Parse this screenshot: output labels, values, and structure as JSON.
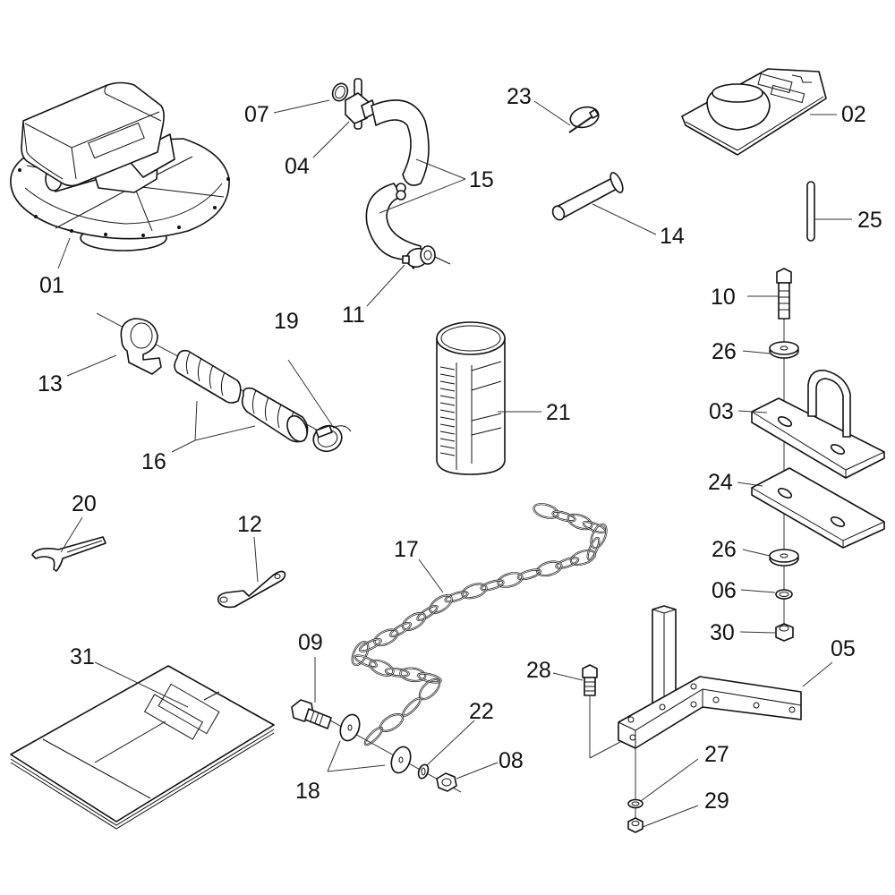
{
  "diagram": {
    "type": "exploded-parts-diagram",
    "background": "#ffffff",
    "line_color": "#111111",
    "parts": [
      {
        "id": "01",
        "label": "01",
        "description": "valve head with control unit on distribution plate"
      },
      {
        "id": "02",
        "label": "02",
        "description": "rectangular cover plate with round collar"
      },
      {
        "id": "03",
        "label": "03",
        "description": "plate with U-bolt loop"
      },
      {
        "id": "04",
        "label": "04",
        "description": "tee fitting"
      },
      {
        "id": "05",
        "label": "05",
        "description": "angle bracket stand with square post"
      },
      {
        "id": "06",
        "label": "06",
        "description": "spring washer"
      },
      {
        "id": "07",
        "label": "07",
        "description": "o-ring"
      },
      {
        "id": "08",
        "label": "08",
        "description": "hex nut"
      },
      {
        "id": "09",
        "label": "09",
        "description": "hex bolt"
      },
      {
        "id": "10",
        "label": "10",
        "description": "hex bolt"
      },
      {
        "id": "11",
        "label": "11",
        "description": "hose clamp"
      },
      {
        "id": "12",
        "label": "12",
        "description": "flat spanner plate"
      },
      {
        "id": "13",
        "label": "13",
        "description": "hose clip holder"
      },
      {
        "id": "14",
        "label": "14",
        "description": "clevis pin"
      },
      {
        "id": "15",
        "label": "15",
        "description": "bent hoses"
      },
      {
        "id": "16",
        "label": "16",
        "description": "corrugated hoses"
      },
      {
        "id": "17",
        "label": "17",
        "description": "chain"
      },
      {
        "id": "18",
        "label": "18",
        "description": "flat washers"
      },
      {
        "id": "19",
        "label": "19",
        "description": "worm drive hose clamp"
      },
      {
        "id": "20",
        "label": "20",
        "description": "hook spanner wrench"
      },
      {
        "id": "21",
        "label": "21",
        "description": "graduated cylinder container"
      },
      {
        "id": "22",
        "label": "22",
        "description": "spring washer"
      },
      {
        "id": "23",
        "label": "23",
        "description": "linch pin with ring"
      },
      {
        "id": "24",
        "label": "24",
        "description": "flat plate with slots"
      },
      {
        "id": "25",
        "label": "25",
        "description": "rod pin"
      },
      {
        "id": "26",
        "label": "26",
        "description": "flat washer (x2)"
      },
      {
        "id": "27",
        "label": "27",
        "description": "spring washer"
      },
      {
        "id": "28",
        "label": "28",
        "description": "hex bolt"
      },
      {
        "id": "29",
        "label": "29",
        "description": "hex nut"
      },
      {
        "id": "30",
        "label": "30",
        "description": "hex nut"
      },
      {
        "id": "31",
        "label": "31",
        "description": "instruction manual booklet"
      }
    ],
    "labels": {
      "p01": "01",
      "p02": "02",
      "p03": "03",
      "p04": "04",
      "p05": "05",
      "p06": "06",
      "p07": "07",
      "p08": "08",
      "p09": "09",
      "p10": "10",
      "p11": "11",
      "p12": "12",
      "p13": "13",
      "p14": "14",
      "p15": "15",
      "p16": "16",
      "p17": "17",
      "p18": "18",
      "p19": "19",
      "p20": "20",
      "p21": "21",
      "p22": "22",
      "p23": "23",
      "p24": "24",
      "p25": "25",
      "p26a": "26",
      "p26b": "26",
      "p27": "27",
      "p28": "28",
      "p29": "29",
      "p30": "30",
      "p31": "31"
    }
  }
}
